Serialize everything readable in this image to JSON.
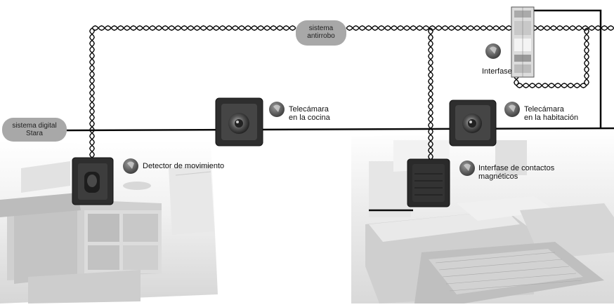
{
  "pills": {
    "antirrobo": "sistema\nantirrobo",
    "stara": "sistema digital\nStara"
  },
  "labels": {
    "detector": "Detector de movimiento",
    "telecamara_cocina": "Telecámara\nen la cocina",
    "interfase": "Interfase",
    "telecamara_habitacion": "Telecámara\nen la habitación",
    "interfase_contactos": "Interfase de contactos\nmagnéticos"
  },
  "badges": {
    "detector": "",
    "cocina": "",
    "interfase": "",
    "habitacion": "",
    "contactos": ""
  },
  "colors": {
    "line": "#0a0a0a",
    "pill": "#a8a8a8",
    "device": "#2e2e2e",
    "room_bg": "#e4e4e4"
  }
}
